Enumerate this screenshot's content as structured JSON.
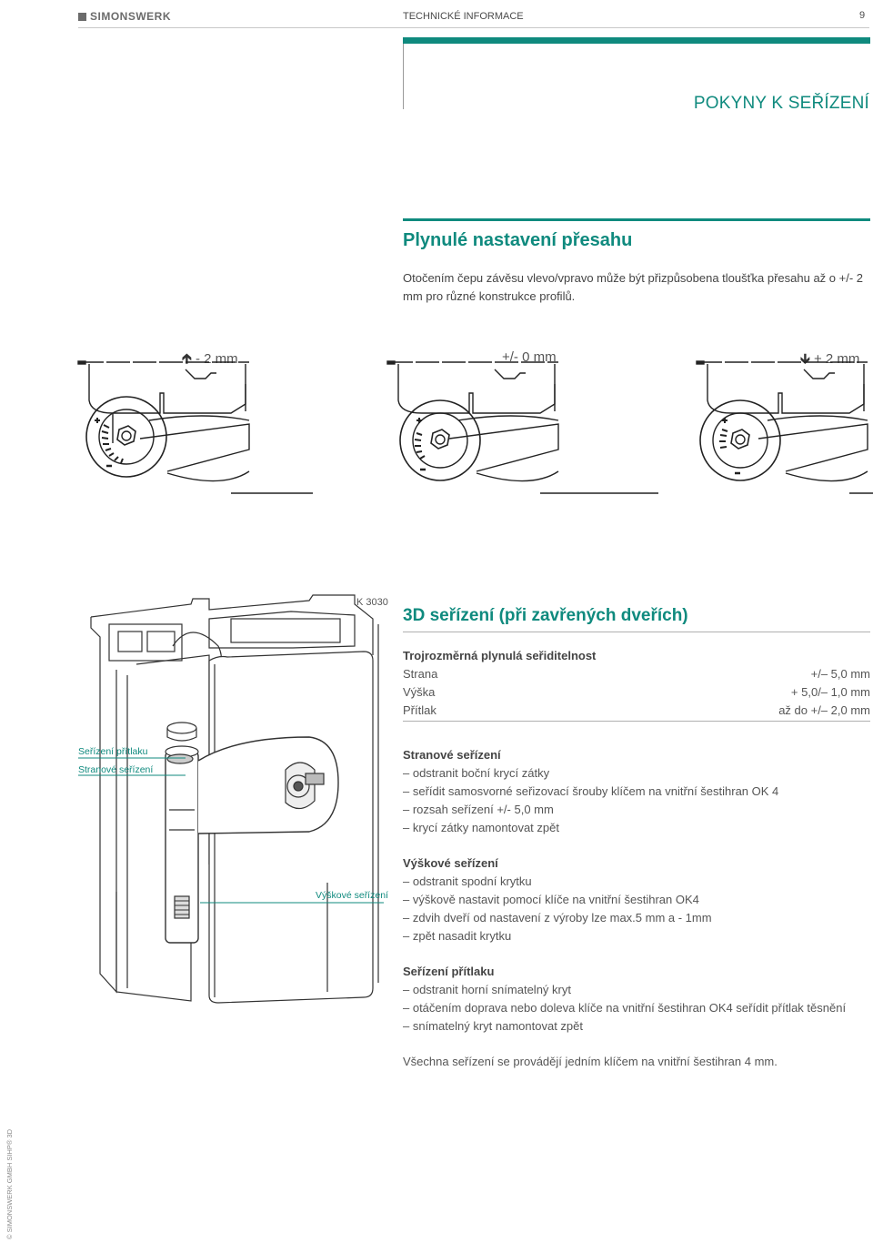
{
  "header": {
    "brand": "SIMONSWERK",
    "section": "TECHNICKÉ INFORMACE",
    "page_number": "9"
  },
  "page_title": "POKYNY K SEŘÍZENÍ",
  "overlap_section": {
    "heading": "Plynulé nastavení přesahu",
    "paragraph": "Otočením čepu závěsu vlevo/vpravo může být přizpůsobena tloušťka přesahu až o +/- 2 mm pro různé konstrukce profilů.",
    "diagrams": [
      {
        "label": "- 2 mm",
        "arrow": "up-arrow-icon"
      },
      {
        "label": "+/- 0 mm",
        "arrow": ""
      },
      {
        "label": "+ 2 mm",
        "arrow": "down-arrow-icon"
      }
    ]
  },
  "adjust_3d": {
    "model": "K 3030",
    "heading": "3D seřízení (při zavřených dveřích)",
    "spec_title": "Trojrozměrná plynulá seřiditelnost",
    "specs": [
      {
        "name": "Strana",
        "value": "+/– 5,0 mm"
      },
      {
        "name": "Výška",
        "value": "+ 5,0/– 1,0 mm"
      },
      {
        "name": "Přítlak",
        "value": "až do +/– 2,0 mm"
      }
    ],
    "callouts": {
      "pressure": "Seřízení přítlaku",
      "lateral": "Stranové seřízení",
      "vertical": "Výškové seřízení"
    }
  },
  "blocks": [
    {
      "title": "Stranové seřízení",
      "items": [
        "– odstranit boční krycí zátky",
        "– seřídit samosvorné seřizovací šrouby klíčem na vnitřní šestihran OK 4",
        "– rozsah seřízení +/- 5,0 mm",
        "– krycí zátky namontovat zpět"
      ]
    },
    {
      "title": "Výškové seřízení",
      "items": [
        "– odstranit spodní krytku",
        "– výškově nastavit pomocí klíče na vnitřní šestihran OK4",
        "– zdvih dveří od nastavení z výroby lze max.5 mm a - 1mm",
        "– zpět nasadit krytku"
      ]
    },
    {
      "title": "Seřízení přítlaku",
      "items": [
        "– odstranit horní snímatelný kryt",
        "– otáčením doprava nebo doleva klíče na vnitřní šestihran OK4 seřídit přítlak těsnění",
        "– snímatelný kryt namontovat zpět"
      ]
    }
  ],
  "footer_note": "Všechna seřízení se provádějí jedním klíčem na vnitřní šestihran 4 mm.",
  "side_copyright": "© SIMONSWERK GMBH SIHP® 3D"
}
